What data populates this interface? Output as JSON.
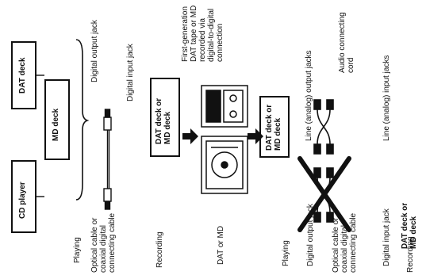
{
  "labels": {
    "dat_deck": "DAT deck",
    "md_deck": "MD deck",
    "cd_player": "CD player",
    "digital_output_jack": "Digital output jack",
    "digital_input_jack": "Digital input jack",
    "playing": "Playing",
    "optical_cable": "Optical cable or\ncoaxial digital\nconnecting cable",
    "recording": "Recording",
    "dat_or_md_deck": "DAT deck or\nMD deck",
    "first_generation": "First-generation\nDAT tape or MD\nrecorded via\ndigital-to-digital\nconnection",
    "dat_or_md": "DAT or MD",
    "line_output_jacks": "Line (analog) output jacks",
    "audio_connecting_cord": "Audio connecting\ncord",
    "line_input_jacks": "Line (analog) input jacks",
    "playing_right": "Playing",
    "digital_output_jack_right": "Digital output jack",
    "optical_cable_right": "Optical cable or\ncoaxial digital\nconnecting cable",
    "digital_input_jack_right": "Digital input jack",
    "recording_right": "Recording",
    "dat_or_md_deck_right": "DAT deck or\nMD deck",
    "dat_or_md_deck_mid": "DAT deck or\nMD deck"
  }
}
